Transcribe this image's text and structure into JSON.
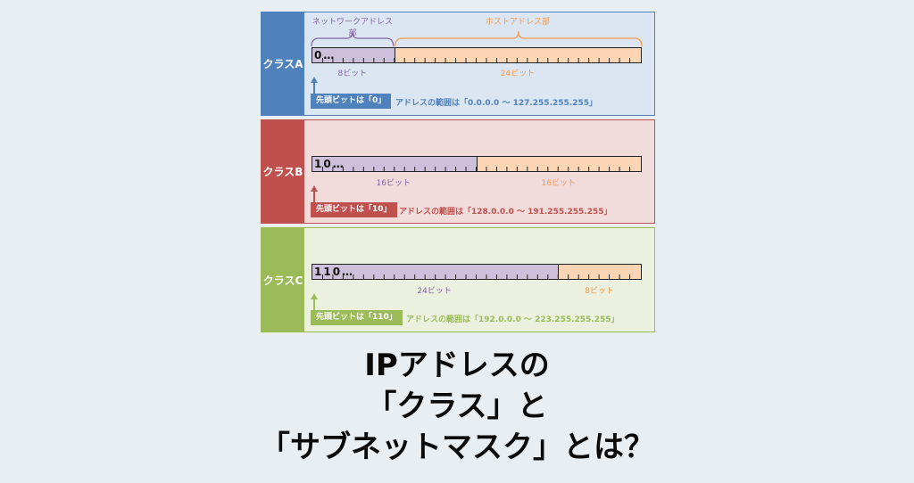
{
  "classes": [
    {
      "name": "クラスA",
      "color": "#4f81bd",
      "bg": "#dce6f2",
      "network_label": "ネットワークアドレス部",
      "host_label": "ホストアドレス部",
      "bits_prefix": "0…",
      "network_bits": 8,
      "host_bits": 24,
      "network_bits_label": "8ビット",
      "host_bits_label": "24ビット",
      "badge": "先頭ビットは「0」",
      "range": "アドレスの範囲は「0.0.0.0 ～ 127.255.255.255」"
    },
    {
      "name": "クラスB",
      "color": "#c0504d",
      "bg": "#f2dcdb",
      "bits_prefix": "10…",
      "network_bits": 16,
      "host_bits": 16,
      "network_bits_label": "16ビット",
      "host_bits_label": "16ビット",
      "badge": "先頭ビットは「10」",
      "range": "アドレスの範囲は「128.0.0.0 ～ 191.255.255.255」"
    },
    {
      "name": "クラスC",
      "color": "#9bbb59",
      "bg": "#ebf1de",
      "bits_prefix": "110…",
      "network_bits": 24,
      "host_bits": 8,
      "network_bits_label": "24ビット",
      "host_bits_label": "8ビット",
      "badge": "先頭ビットは「110」",
      "range": "アドレスの範囲は「192.0.0.0 ～ 223.255.255.255」"
    }
  ],
  "colors": {
    "network_fill": "#ccc0da",
    "host_fill": "#fcd5b4",
    "network_text": "#8064a2",
    "host_text": "#f79646"
  },
  "title": {
    "line1": "IPアドレスの",
    "line2": "「クラス」と",
    "line3": "「サブネットマスク」とは？"
  }
}
